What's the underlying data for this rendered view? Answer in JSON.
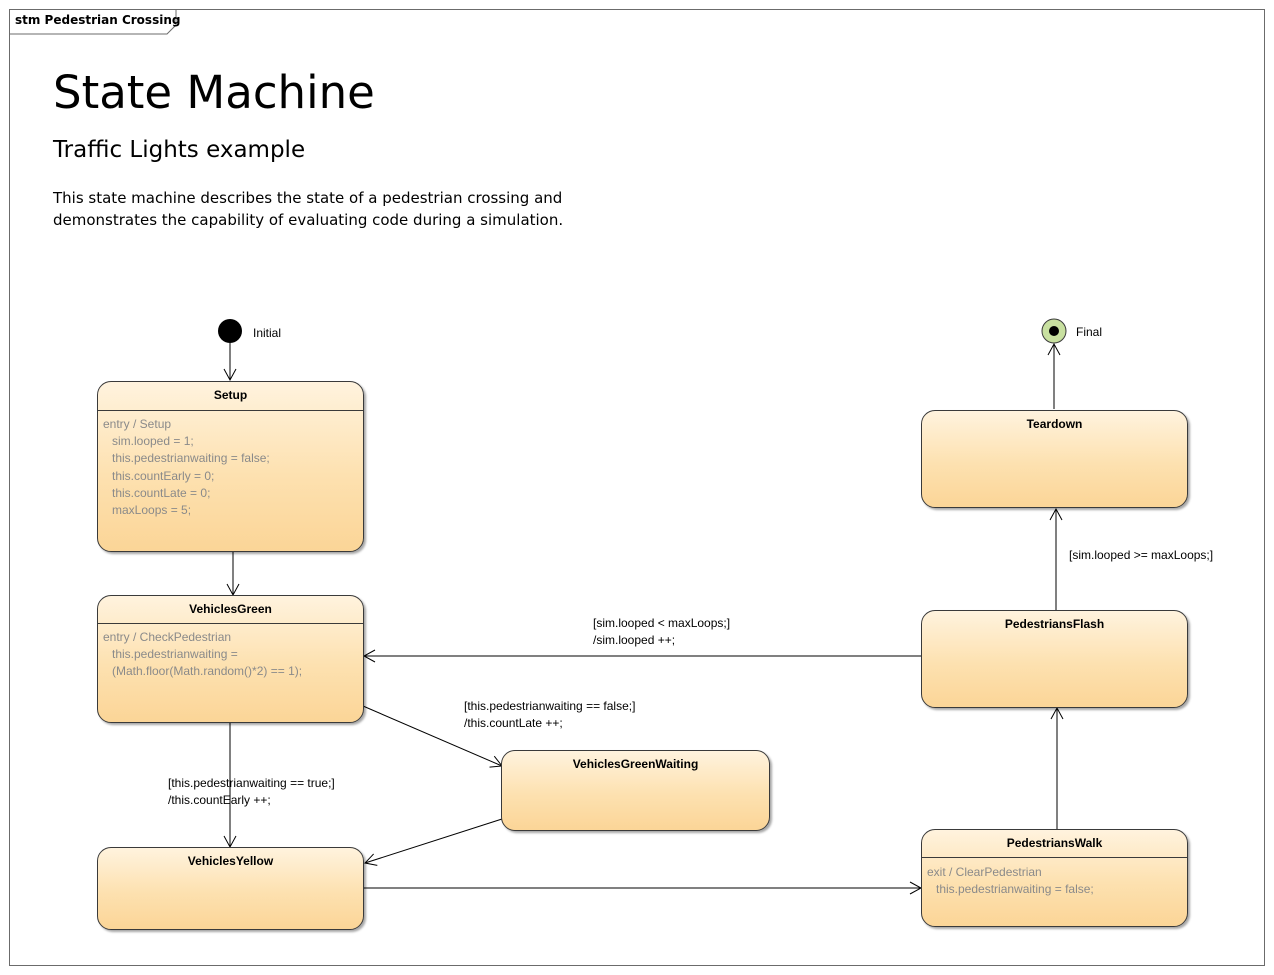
{
  "frame": {
    "label": "stm Pedestrian Crossing"
  },
  "header": {
    "title": "State Machine",
    "subtitle": "Traffic Lights example",
    "description_lines": [
      "This state machine describes the state of a pedestrian crossing and",
      "demonstrates the capability of evaluating code during a simulation."
    ]
  },
  "pseudostates": {
    "initial_label": "Initial",
    "final_label": "Final"
  },
  "states": {
    "setup": {
      "name": "Setup",
      "action_header": "entry / Setup",
      "lines": [
        "sim.looped = 1;",
        "this.pedestrianwaiting = false;",
        "this.countEarly = 0;",
        "this.countLate = 0;",
        "maxLoops = 5;"
      ]
    },
    "vehicles_green": {
      "name": "VehiclesGreen",
      "action_header": "entry / CheckPedestrian",
      "lines": [
        "this.pedestrianwaiting =",
        "(Math.floor(Math.random()*2) == 1);"
      ]
    },
    "vehicles_green_waiting": {
      "name": "VehiclesGreenWaiting"
    },
    "vehicles_yellow": {
      "name": "VehiclesYellow"
    },
    "pedestrians_walk": {
      "name": "PedestriansWalk",
      "action_header": "exit / ClearPedestrian",
      "lines": [
        "this.pedestrianwaiting = false;"
      ]
    },
    "pedestrians_flash": {
      "name": "PedestriansFlash"
    },
    "teardown": {
      "name": "Teardown"
    }
  },
  "transitions": {
    "green_to_yellow": {
      "guard": "[this.pedestrianwaiting == true;]",
      "effect": "/this.countEarly ++;"
    },
    "green_to_waiting": {
      "guard": "[this.pedestrianwaiting == false;]",
      "effect": "/this.countLate ++;"
    },
    "flash_to_green": {
      "guard": "[sim.looped < maxLoops;]",
      "effect": "/sim.looped ++;"
    },
    "flash_to_teardown": {
      "guard": "[sim.looped >= maxLoops;]"
    }
  },
  "colors": {
    "state_fill_top": "#fff3de",
    "state_fill_bottom": "#fbd597",
    "final_fill": "#c8e0a0",
    "action_text": "#8a8a8a"
  }
}
